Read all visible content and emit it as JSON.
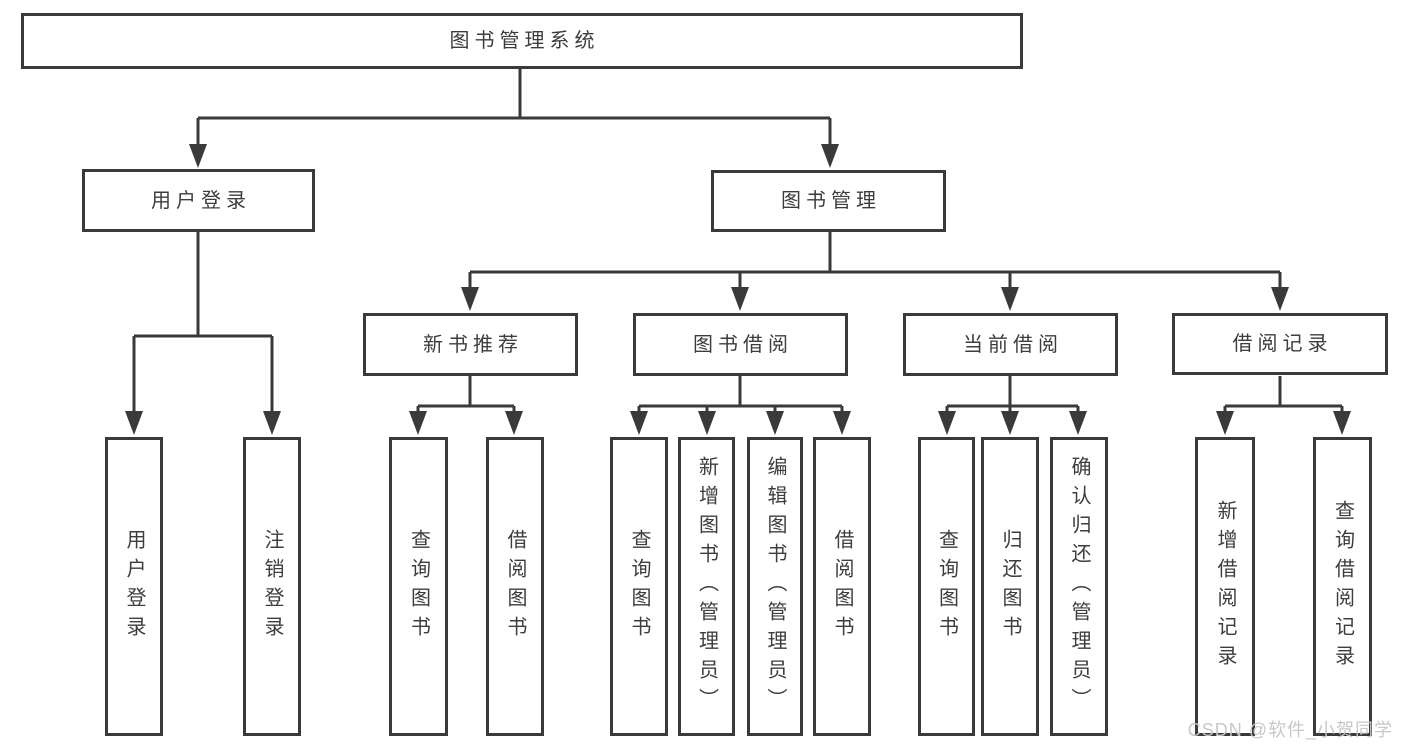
{
  "diagram": {
    "root": {
      "label": "图书管理系统"
    },
    "level2": [
      {
        "label": "用户登录"
      },
      {
        "label": "图书管理"
      }
    ],
    "level3": [
      {
        "label": "新书推荐"
      },
      {
        "label": "图书借阅"
      },
      {
        "label": "当前借阅"
      },
      {
        "label": "借阅记录"
      }
    ],
    "leaves": {
      "user_login": [
        {
          "label": "用户登录"
        },
        {
          "label": "注销登录"
        }
      ],
      "new_book_recommendation": [
        {
          "label": "查询图书"
        },
        {
          "label": "借阅图书"
        }
      ],
      "book_borrowing": [
        {
          "label": "查询图书"
        },
        {
          "label": "新增图书（管理员）"
        },
        {
          "label": "编辑图书（管理员）"
        },
        {
          "label": "借阅图书"
        }
      ],
      "current_borrowing": [
        {
          "label": "查询图书"
        },
        {
          "label": "归还图书"
        },
        {
          "label": "确认归还（管理员）"
        }
      ],
      "borrowing_records": [
        {
          "label": "新增借阅记录"
        },
        {
          "label": "查询借阅记录"
        }
      ]
    }
  },
  "watermark": {
    "text": "CSDN @软件_小贺同学"
  },
  "colors": {
    "line": "#3a3a3a",
    "text": "#3d3d3d",
    "watermark": "#c8c8c8",
    "background": "#ffffff"
  }
}
